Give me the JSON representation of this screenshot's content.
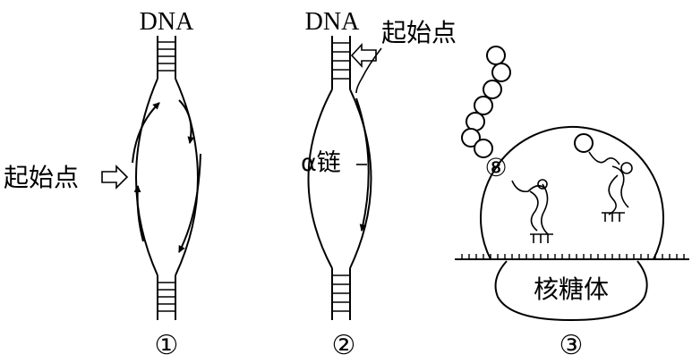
{
  "panel1": {
    "dna_label": "DNA",
    "origin_label": "起始点",
    "panel_number": "①"
  },
  "panel2": {
    "dna_label": "DNA",
    "origin_label": "起始点",
    "strand_label": "α链",
    "panel_number": "②"
  },
  "panel3": {
    "circle_label": "⑧",
    "ribosome_label": "核糖体",
    "panel_number": "③"
  }
}
